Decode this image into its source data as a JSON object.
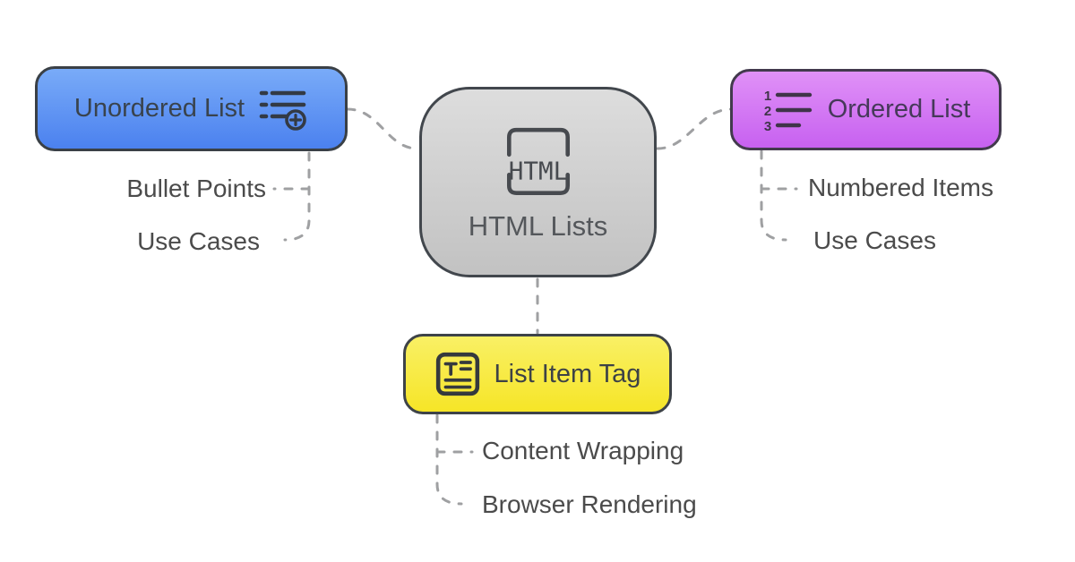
{
  "colors": {
    "blue-top": "#79ABF8",
    "blue-bottom": "#4B81EF",
    "purple-top": "#E091F7",
    "purple-bottom": "#C761F0",
    "yellow-top": "#F9F065",
    "yellow-bottom": "#F6E527",
    "gray-top": "#DDDDDD",
    "gray-bottom": "#C2C2C2",
    "node-border": "#3A4046",
    "dash": "#9FA0A2",
    "label-text": "#4B4B4B"
  },
  "center": {
    "label": "HTML Lists",
    "icon": "html-tag-icon",
    "icon_text": "HTML"
  },
  "branches": {
    "unordered": {
      "label": "Unordered List",
      "icon": "unordered-list-add-icon",
      "children": [
        "Bullet Points",
        "Use Cases"
      ]
    },
    "ordered": {
      "label": "Ordered List",
      "icon": "ordered-list-icon",
      "icon_numbers": [
        "1",
        "2",
        "3"
      ],
      "children": [
        "Numbered Items",
        "Use Cases"
      ]
    },
    "listItemTag": {
      "label": "List Item Tag",
      "icon": "text-block-icon",
      "children": [
        "Content Wrapping",
        "Browser Rendering"
      ]
    }
  }
}
